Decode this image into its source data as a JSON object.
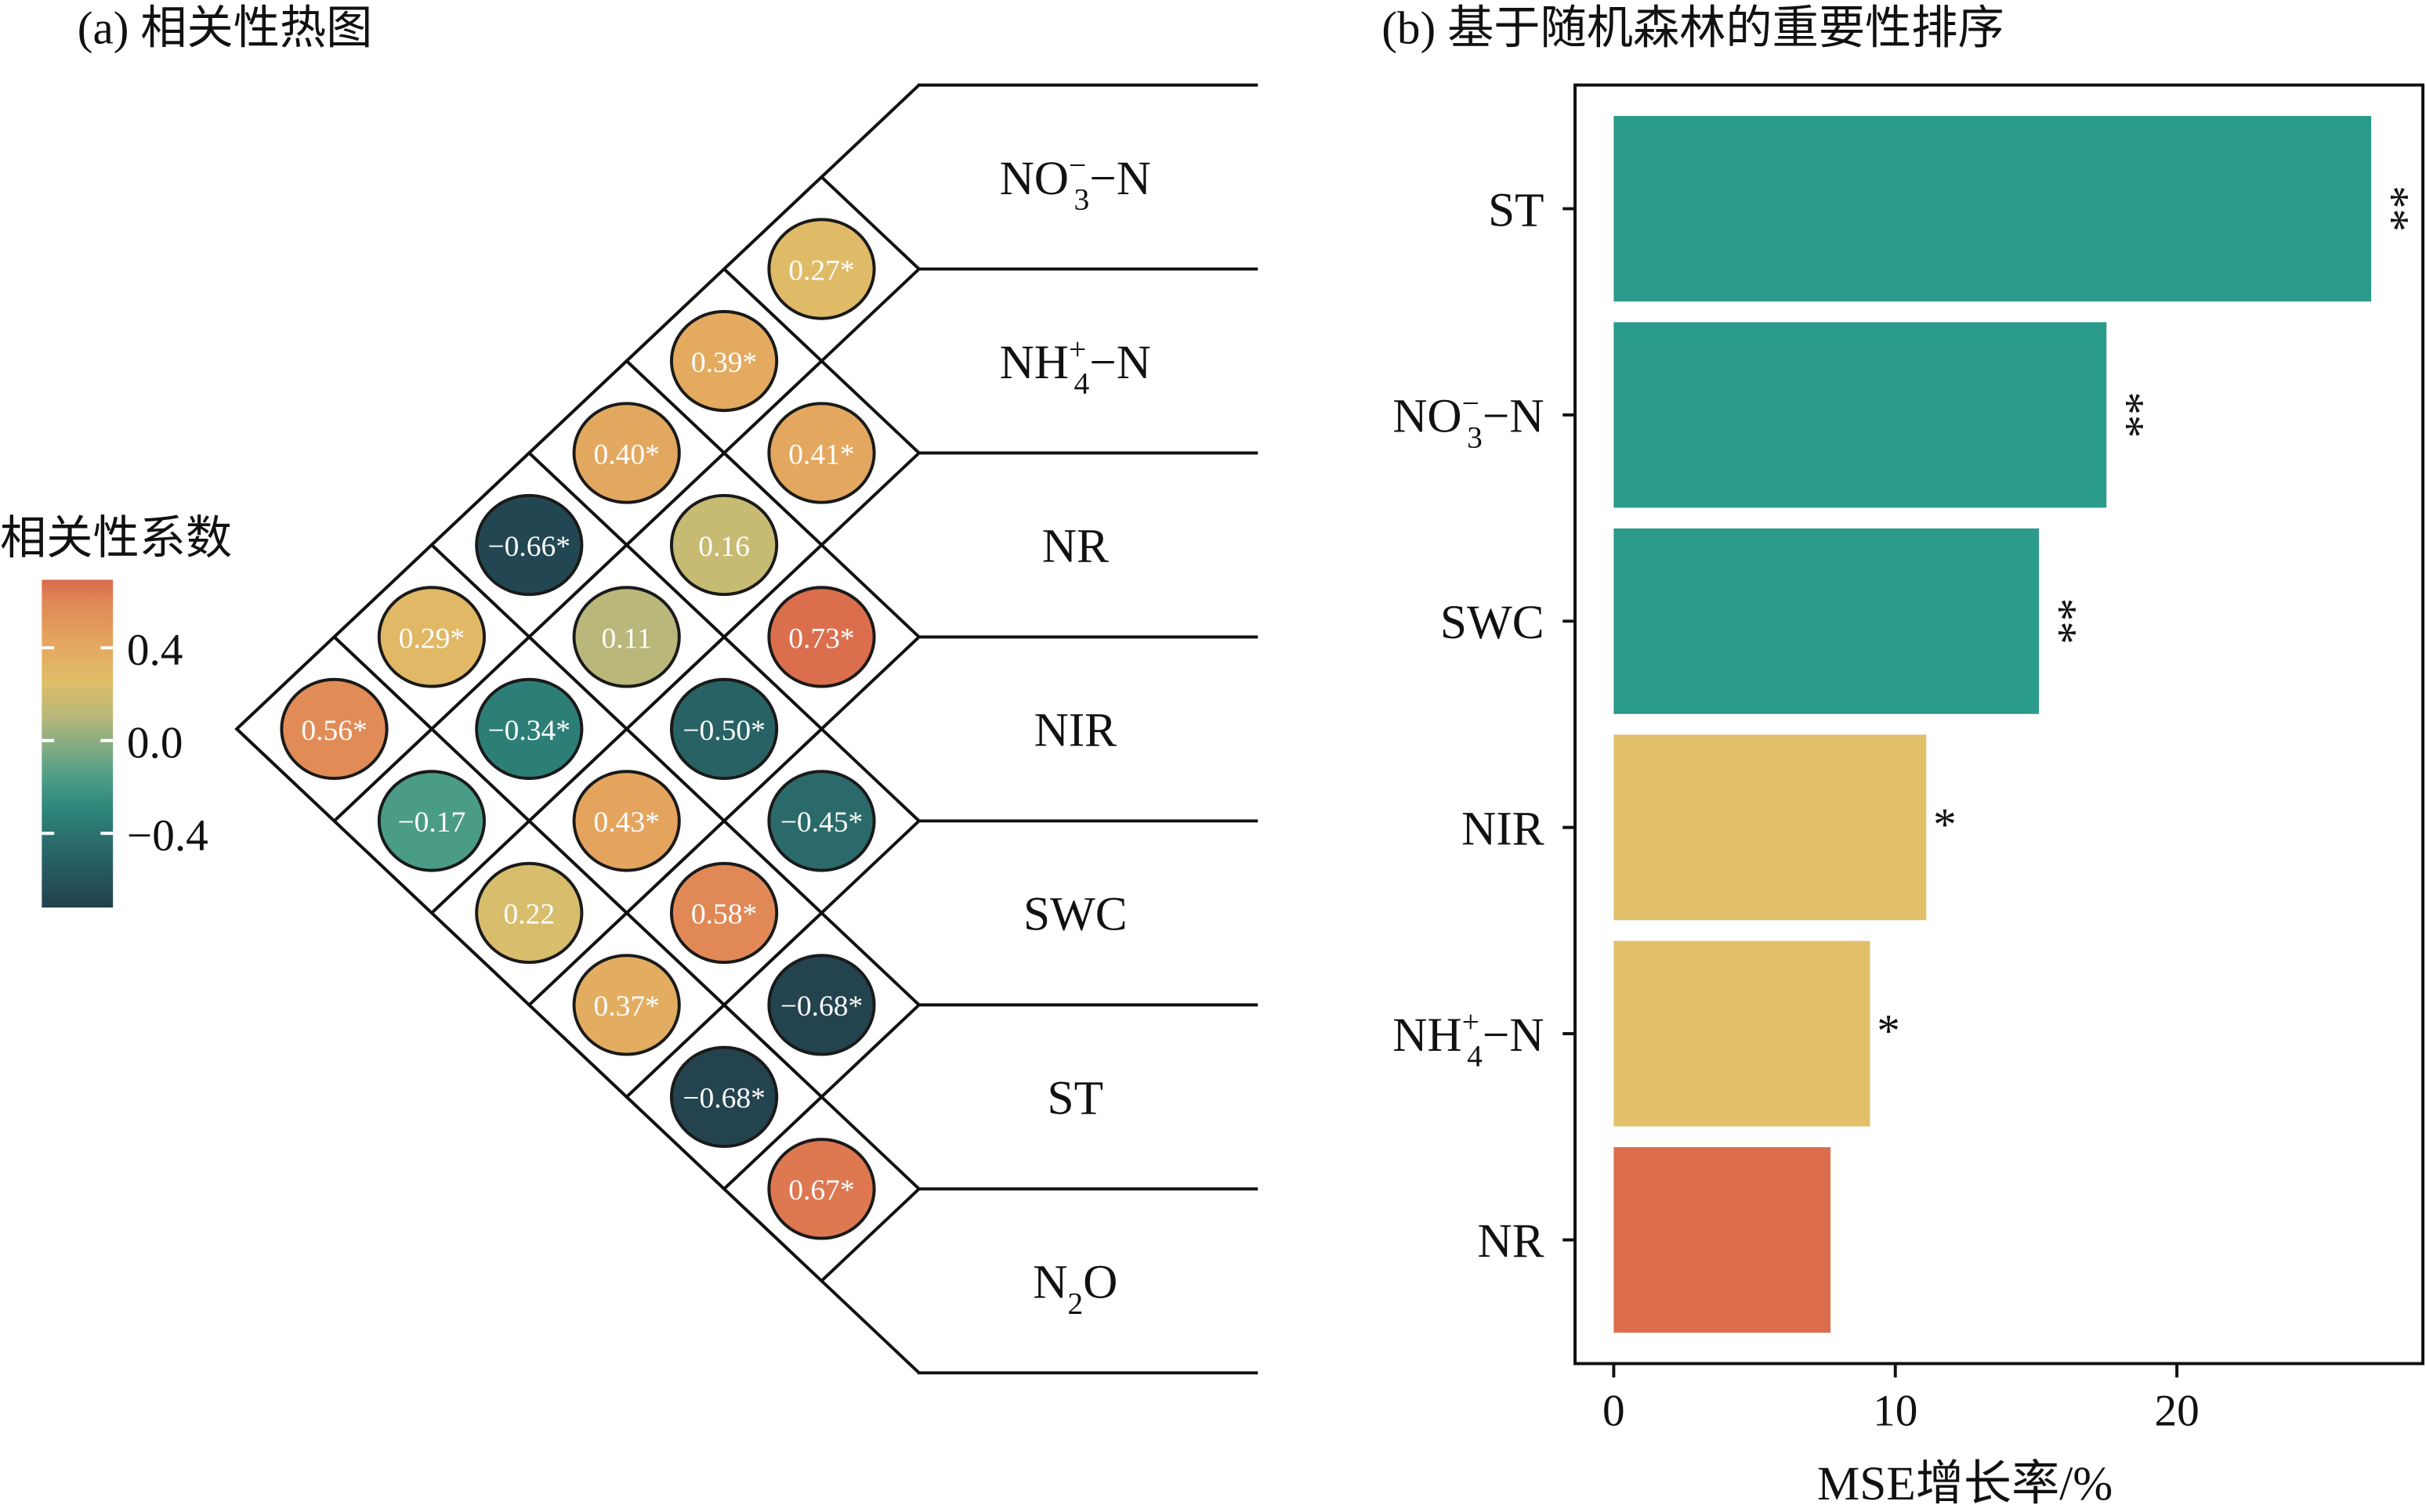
{
  "chart_data": [
    {
      "type": "heatmap",
      "title": "(a) 相关性热图",
      "legend_title": "相关性系数",
      "legend_ticks": [
        "0.4",
        "0.0",
        "−0.4"
      ],
      "legend_tick_values": [
        0.4,
        0.0,
        -0.4
      ],
      "legend_range": [
        -0.72,
        0.7
      ],
      "variables": [
        {
          "main": "NO",
          "sub": "3",
          "sup": "−",
          "tail": "−N"
        },
        {
          "main": "NH",
          "sub": "4",
          "sup": "+",
          "tail": "−N"
        },
        {
          "main": "NR",
          "sub": "",
          "sup": "",
          "tail": ""
        },
        {
          "main": "NIR",
          "sub": "",
          "sup": "",
          "tail": ""
        },
        {
          "main": "SWC",
          "sub": "",
          "sup": "",
          "tail": ""
        },
        {
          "main": "ST",
          "sub": "",
          "sup": "",
          "tail": ""
        },
        {
          "main": "N",
          "sub": "2",
          "sup": "",
          "tail": "O"
        }
      ],
      "cells": [
        {
          "i": 0,
          "j": 1,
          "value": 0.27,
          "label": "0.27*"
        },
        {
          "i": 1,
          "j": 2,
          "value": 0.41,
          "label": "0.41*"
        },
        {
          "i": 2,
          "j": 3,
          "value": 0.73,
          "label": "0.73*"
        },
        {
          "i": 3,
          "j": 4,
          "value": -0.45,
          "label": "−0.45*"
        },
        {
          "i": 4,
          "j": 5,
          "value": -0.68,
          "label": "−0.68*"
        },
        {
          "i": 5,
          "j": 6,
          "value": 0.67,
          "label": "0.67*"
        },
        {
          "i": 0,
          "j": 2,
          "value": 0.39,
          "label": "0.39*"
        },
        {
          "i": 1,
          "j": 3,
          "value": 0.16,
          "label": "0.16"
        },
        {
          "i": 2,
          "j": 4,
          "value": -0.5,
          "label": "−0.50*"
        },
        {
          "i": 3,
          "j": 5,
          "value": 0.58,
          "label": "0.58*"
        },
        {
          "i": 4,
          "j": 6,
          "value": -0.68,
          "label": "−0.68*"
        },
        {
          "i": 0,
          "j": 3,
          "value": 0.4,
          "label": "0.40*"
        },
        {
          "i": 1,
          "j": 4,
          "value": 0.11,
          "label": "0.11"
        },
        {
          "i": 2,
          "j": 5,
          "value": 0.43,
          "label": "0.43*"
        },
        {
          "i": 3,
          "j": 6,
          "value": 0.37,
          "label": "0.37*"
        },
        {
          "i": 0,
          "j": 4,
          "value": -0.66,
          "label": "−0.66*"
        },
        {
          "i": 1,
          "j": 5,
          "value": -0.34,
          "label": "−0.34*"
        },
        {
          "i": 2,
          "j": 6,
          "value": 0.22,
          "label": "0.22"
        },
        {
          "i": 0,
          "j": 5,
          "value": 0.29,
          "label": "0.29*"
        },
        {
          "i": 1,
          "j": 6,
          "value": -0.17,
          "label": "−0.17"
        },
        {
          "i": 0,
          "j": 6,
          "value": 0.56,
          "label": "0.56*"
        }
      ]
    },
    {
      "type": "bar",
      "orientation": "horizontal",
      "title": "(b) 基于随机森林的重要性排序",
      "xlabel": "MSE增长率/%",
      "xlim": [
        -1.4,
        28.7
      ],
      "xticks": [
        0,
        10,
        20
      ],
      "categories": [
        {
          "main": "ST",
          "sub": "",
          "sup": "",
          "tail": ""
        },
        {
          "main": "NO",
          "sub": "3",
          "sup": "−",
          "tail": "−N"
        },
        {
          "main": "SWC",
          "sub": "",
          "sup": "",
          "tail": ""
        },
        {
          "main": "NIR",
          "sub": "",
          "sup": "",
          "tail": ""
        },
        {
          "main": "NH",
          "sub": "4",
          "sup": "+",
          "tail": "−N"
        },
        {
          "main": "NR",
          "sub": "",
          "sup": "",
          "tail": ""
        }
      ],
      "values": [
        26.9,
        17.5,
        15.1,
        11.1,
        9.1,
        7.7
      ],
      "significance": [
        "**",
        "**",
        "**",
        "*",
        "*",
        ""
      ],
      "colors": [
        "#2a9a8b",
        "#2a9a8b",
        "#2a9a8b",
        "#e2c06a",
        "#e2c06a",
        "#dc6e4e"
      ]
    }
  ]
}
